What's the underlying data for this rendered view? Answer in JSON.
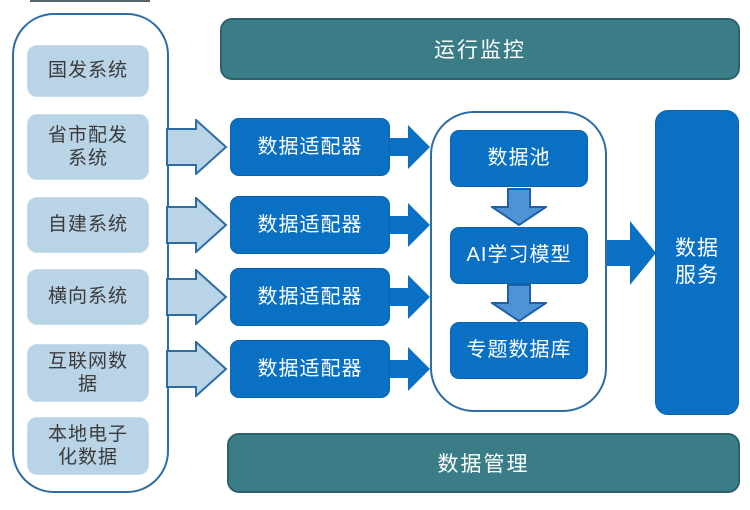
{
  "colors": {
    "accent_blue": "#0a70c4",
    "light_blue": "#b9d3e7",
    "teal": "#3b7d86",
    "teal_border": "#2a616d",
    "outline_blue": "#2e6da4",
    "mid_blue_arrow": "#4f93d7",
    "dark_text": "#3b3b3b"
  },
  "top_bar": {
    "label": "运行监控"
  },
  "bottom_bar": {
    "label": "数据管理"
  },
  "sources": {
    "items": [
      {
        "label": "国发系统"
      },
      {
        "label": "省市配发\n系统"
      },
      {
        "label": "自建系统"
      },
      {
        "label": "横向系统"
      },
      {
        "label": "互联网数\n据"
      },
      {
        "label": "本地电子\n化数据"
      }
    ]
  },
  "adapters": {
    "items": [
      {
        "label": "数据适配器"
      },
      {
        "label": "数据适配器"
      },
      {
        "label": "数据适配器"
      },
      {
        "label": "数据适配器"
      }
    ]
  },
  "pipeline": {
    "items": [
      {
        "label": "数据池"
      },
      {
        "label": "AI学习模型"
      },
      {
        "label": "专题数据库"
      }
    ]
  },
  "service": {
    "label": "数据\n服务"
  }
}
